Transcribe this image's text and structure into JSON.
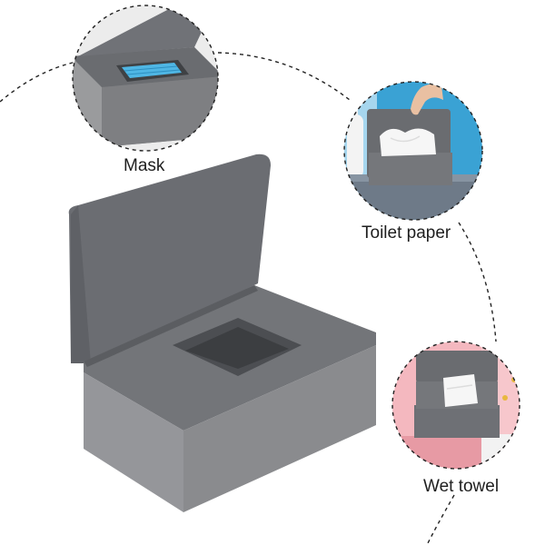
{
  "labels": {
    "mask": "Mask",
    "toilet_paper": "Toilet paper",
    "wet_towel": "Wet towel"
  },
  "colors": {
    "box_body": "#8a8b8e",
    "box_lid": "#6b6d72",
    "background": "#ffffff",
    "mask_blue": "#4fb6e4",
    "wall_blue": "#3aa2d4",
    "wall_pink": "#f4b8bf",
    "tissue": "#f4f4f4"
  },
  "icons": {
    "connector": "dashed-arc-line",
    "frame": "dashed-circle"
  }
}
